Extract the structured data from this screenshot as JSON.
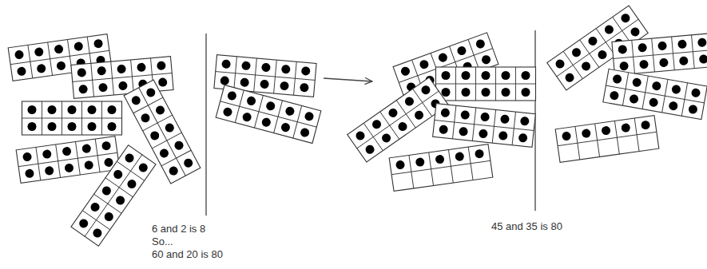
{
  "diagram": {
    "labels": [
      "6 and 2 is 8",
      "So...",
      "60 and 20 is 80",
      "45 and 35 is 80"
    ]
  }
}
